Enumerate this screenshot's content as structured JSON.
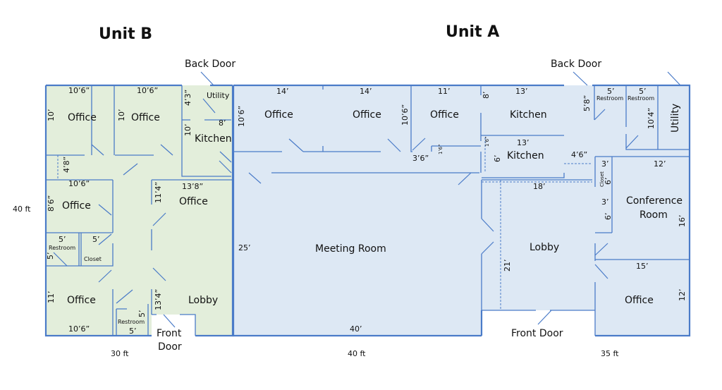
{
  "units": {
    "unit_b": {
      "title": "Unit B",
      "back_door": "Back Door",
      "front_door_line1": "Front",
      "front_door_line2": "Door",
      "width_label": "30 ft",
      "height_label": "40 ft",
      "fill_color": "#e3eedb",
      "rooms": {
        "office_tl": {
          "name": "Office",
          "w": "10’6”",
          "h": "10’"
        },
        "office_tm": {
          "name": "Office",
          "w": "10’6”",
          "h": "10’"
        },
        "utility": {
          "name": "Utility",
          "h": "4’3”"
        },
        "kitchen": {
          "name": "Kitchen",
          "w": "8’",
          "h": "10’"
        },
        "hall": {
          "h": "4’8”"
        },
        "office_ml": {
          "name": "Office",
          "w": "10’6”",
          "h": "8’6”"
        },
        "office_mr": {
          "name": "Office",
          "w": "13’8”",
          "h": "11’4”"
        },
        "restroom_1": {
          "name": "Restroom",
          "w": "5’",
          "h": "5’"
        },
        "closet": {
          "name": "Closet",
          "w": "5’"
        },
        "office_bl": {
          "name": "Office",
          "w": "10’6”",
          "h": "11’"
        },
        "restroom_2": {
          "name": "Restroom",
          "w": "5’",
          "h": "5’"
        },
        "lobby": {
          "name": "Lobby",
          "h": "13’4”"
        }
      }
    },
    "unit_a": {
      "title": "Unit A",
      "back_door": "Back Door",
      "front_door": "Front Door",
      "width_label_1": "40 ft",
      "width_label_2": "35 ft",
      "fill_color": "#dde8f4",
      "rooms": {
        "office_1": {
          "name": "Office",
          "w": "14’",
          "h": "10’6”"
        },
        "office_2": {
          "name": "Office",
          "w": "14’",
          "h": "10’6”"
        },
        "office_3": {
          "name": "Office",
          "w": "11’"
        },
        "hall_gap": "3’6”",
        "small_dim": "1’6”",
        "kitchen_1": {
          "name": "Kitchen",
          "w": "13’",
          "h": "8’"
        },
        "kitchen_2": {
          "name": "Kitchen",
          "w": "13’",
          "h": "6’",
          "side": "1’6”"
        },
        "restroom_1": {
          "name": "Restroom",
          "w": "5’",
          "h": "5’8”"
        },
        "restroom_2": {
          "name": "Restroom",
          "w": "5’",
          "h": "10’4”"
        },
        "utility": {
          "name": "Utility"
        },
        "gap_dim": "4’6”",
        "closet": {
          "name": "Closet",
          "w": "3’",
          "h": "6’"
        },
        "closet_2": {
          "w": "3’",
          "h": "6’"
        },
        "conference": {
          "name_line1": "Conference",
          "name_line2": "Room",
          "w": "12’",
          "h": "16’"
        },
        "meeting": {
          "name": "Meeting Room",
          "w": "40’",
          "h": "25’"
        },
        "lobby": {
          "name": "Lobby",
          "w": "18’",
          "h": "21’"
        },
        "office_4": {
          "name": "Office",
          "w": "15’",
          "h": "12’"
        }
      }
    },
    "wall_color": "#4a7bc8"
  }
}
